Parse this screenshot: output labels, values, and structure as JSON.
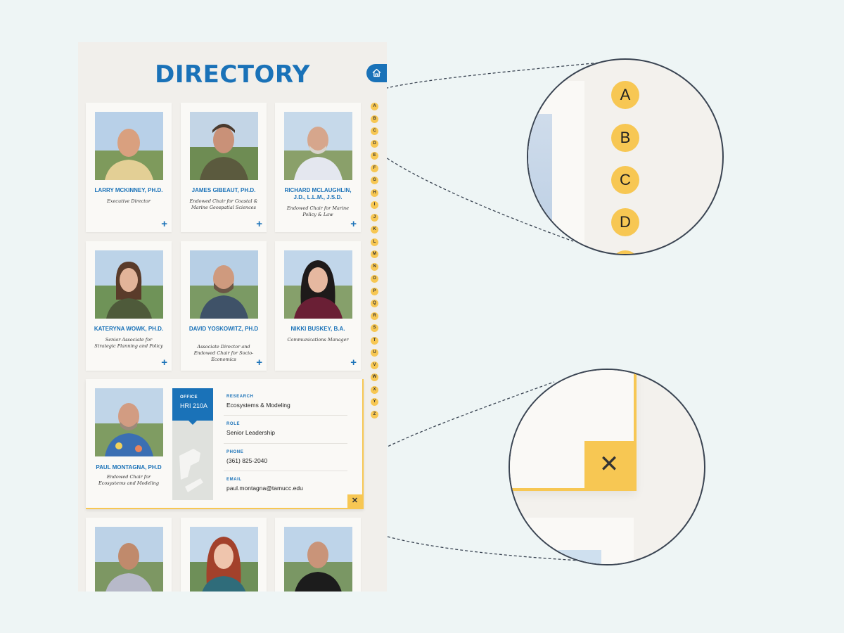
{
  "header": {
    "title": "DIRECTORY",
    "home_icon": "home-icon"
  },
  "people": [
    {
      "name": "LARRY MCKINNEY, PH.D.",
      "role": "Executive Director"
    },
    {
      "name": "JAMES GIBEAUT, PH.D.",
      "role": "Endowed Chair for Coastal & Marine Geospatial Sciences"
    },
    {
      "name": "RICHARD MCLAUGHLIN, J.D., L.L.M., J.S.D.",
      "role": "Endowed Chair for Marine Policy & Law"
    },
    {
      "name": "KATERYNA WOWK, PH.D.",
      "role": "Senior Associate for Strategic Planning and Policy"
    },
    {
      "name": "DAVID YOSKOWITZ, PH.D",
      "role": "Associate Director and Endowed Chair for Socio-Economics"
    },
    {
      "name": "NIKKI BUSKEY, B.A.",
      "role": "Communications Manager"
    }
  ],
  "expanded": {
    "name": "PAUL MONTAGNA, PH.D",
    "role": "Endowed Chair for Ecosystems and Modeling",
    "office_label": "OFFICE",
    "office_value": "HRI 210A",
    "fields": [
      {
        "label": "RESEARCH",
        "value": "Ecosystems & Modeling"
      },
      {
        "label": "ROLE",
        "value": "Senior Leadership"
      },
      {
        "label": "PHONE",
        "value": "(361) 825-2040"
      },
      {
        "label": "EMAIL",
        "value": "paul.montagna@tamucc.edu"
      }
    ],
    "close_label": "✕"
  },
  "plus_label": "+",
  "alphabet": [
    "A",
    "B",
    "C",
    "D",
    "E",
    "F",
    "G",
    "H",
    "I",
    "J",
    "K",
    "L",
    "M",
    "N",
    "O",
    "P",
    "Q",
    "R",
    "S",
    "T",
    "U",
    "V",
    "W",
    "X",
    "Y",
    "Z"
  ],
  "zoom": {
    "letters": [
      "A",
      "B",
      "C",
      "D"
    ],
    "close_label": "✕"
  },
  "colors": {
    "accent_blue": "#1a72b8",
    "accent_yellow": "#f7c753",
    "panel_bg": "#f1efeb",
    "page_bg": "#eef5f5"
  }
}
